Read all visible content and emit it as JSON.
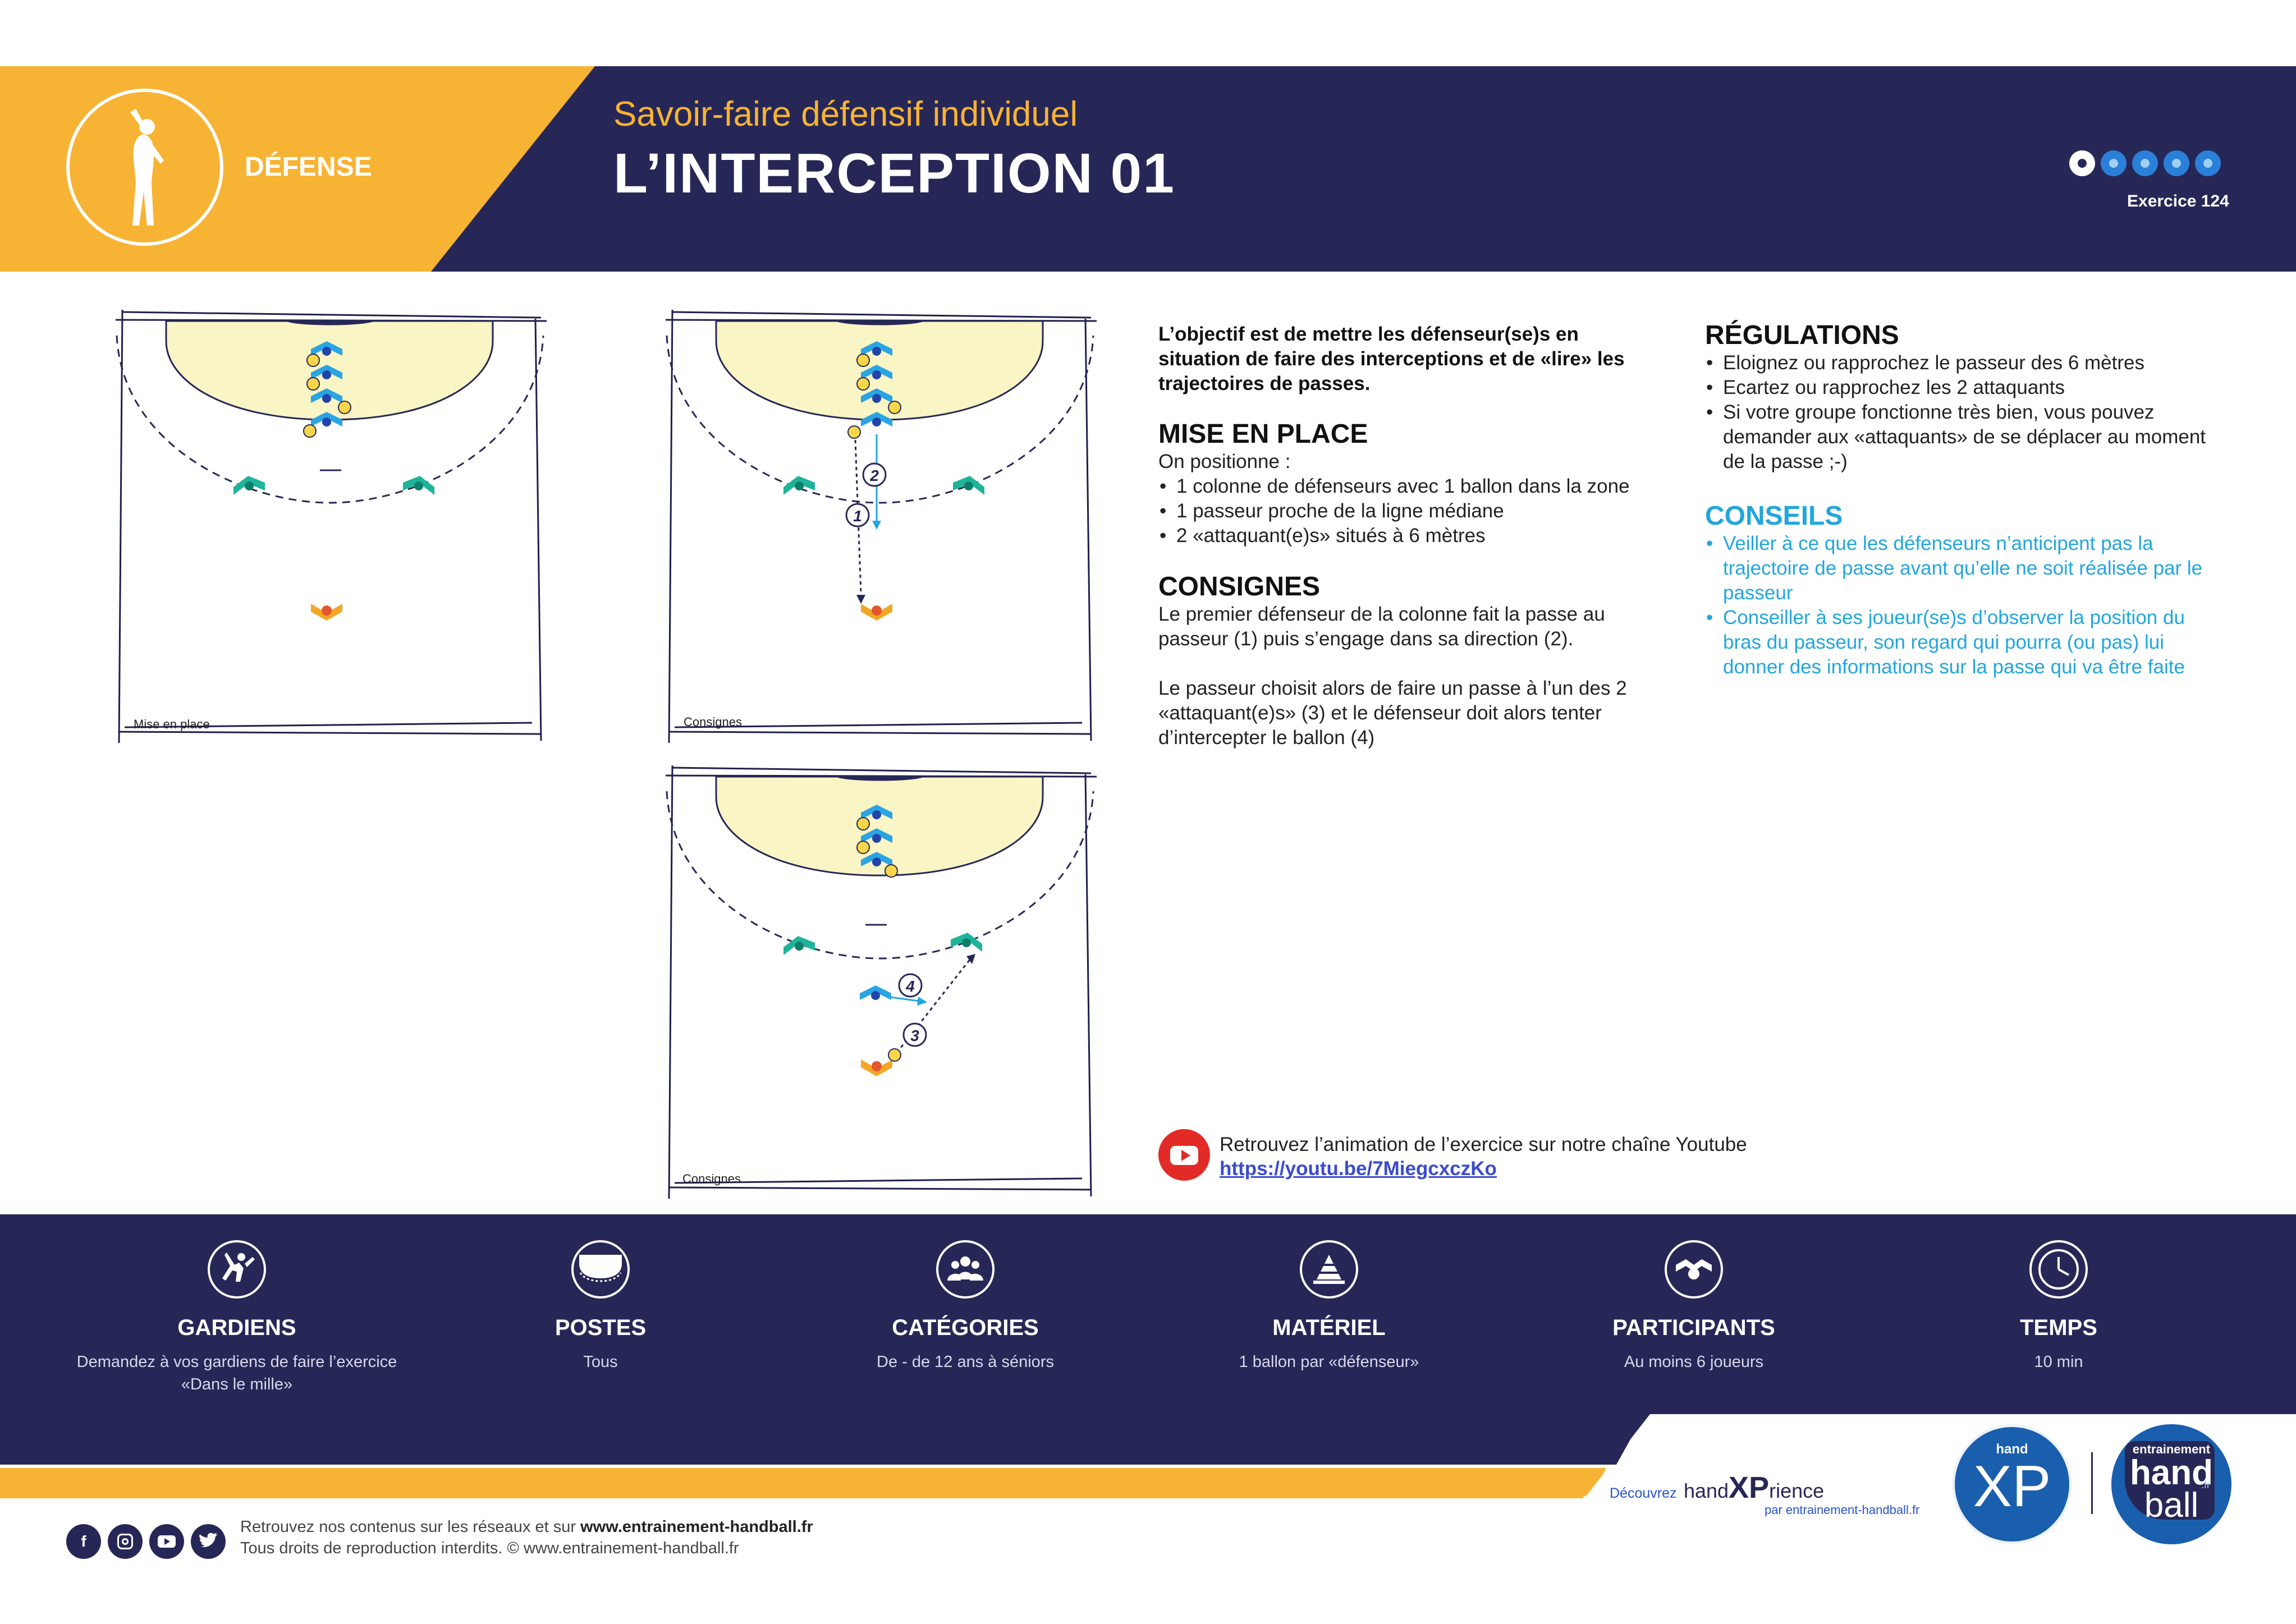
{
  "header": {
    "category": "DÉFENSE",
    "subtitle": "Savoir-faire défensif individuel",
    "title": "L’INTERCEPTION 01",
    "exercise_label": "Exercice  124",
    "difficulty": {
      "level": 1,
      "max": 5
    }
  },
  "courts": {
    "court1_label": "Mise en place",
    "court2_label": "Consignes",
    "court3_label": "Consignes",
    "court2_num1": "1",
    "court2_num2": "2",
    "court3_num3": "3",
    "court3_num4": "4"
  },
  "objective": "L’objectif est de mettre les défenseur(se)s en situation de faire des interceptions et de «lire» les trajectoires de passes.",
  "mise_en_place": {
    "title": "MISE EN PLACE",
    "intro": "On positionne :",
    "items": [
      "1 colonne de défenseurs avec 1 ballon dans la zone",
      "1 passeur proche de la ligne médiane",
      "2 «attaquant(e)s» situés à 6 mètres"
    ]
  },
  "consignes": {
    "title": "CONSIGNES",
    "p1": "Le premier défenseur de la colonne fait la passe au passeur (1) puis s’engage dans sa direction (2).",
    "p2": "Le passeur choisit alors de faire un passe à l’un des 2 «attaquant(e)s» (3) et le défenseur doit alors tenter d’intercepter le ballon (4)"
  },
  "regulations": {
    "title": "RÉGULATIONS",
    "items": [
      "Eloignez ou rapprochez le passeur des 6 mètres",
      "Ecartez ou rapprochez les 2 attaquants",
      "Si votre groupe fonctionne très bien, vous pouvez demander aux «attaquants» de se déplacer au moment de la passe ;-)"
    ]
  },
  "conseils": {
    "title": "CONSEILS",
    "items": [
      "Veiller à ce que les défenseurs n’anticipent pas la trajectoire de passe avant qu’elle ne soit réalisée par le passeur",
      "Conseiller à ses joueur(se)s d’observer la position du bras du passeur, son regard qui pourra (ou pas) lui donner des informations sur la passe qui va être faite"
    ]
  },
  "youtube": {
    "text": "Retrouvez l’animation de l’exercice sur notre chaîne Youtube",
    "link": "https://youtu.be/7MiegcxczKo"
  },
  "info": [
    {
      "icon": "goalkeeper-icon",
      "title": "GARDIENS",
      "value": "Demandez à vos gardiens de faire l’exercice «Dans le mille»"
    },
    {
      "icon": "court-positions-icon",
      "title": "POSTES",
      "value": "Tous"
    },
    {
      "icon": "group-icon",
      "title": "CATÉGORIES",
      "value": "De - de 12 ans à séniors"
    },
    {
      "icon": "cone-icon",
      "title": "MATÉRIEL",
      "value": "1 ballon par «défenseur»"
    },
    {
      "icon": "players-icon",
      "title": "PARTICIPANTS",
      "value": "Au moins 6 joueurs"
    },
    {
      "icon": "clock-icon",
      "title": "TEMPS",
      "value": "10 min"
    }
  ],
  "footer": {
    "line1_prefix": "Retrouvez nos contenus sur les réseaux et sur ",
    "line1_site": "www.entrainement-handball.fr",
    "line2": "Tous droits de reproduction interdits. © www.entrainement-handball.fr",
    "discover": "Découvrez",
    "brand_hand": "hand",
    "brand_xp": "XP",
    "brand_rience": "rience",
    "brand_par": "par entrainement-handball.fr",
    "logo_xp_small": "hand",
    "logo_xp_big": "XP",
    "logo_eh_small": "entrainement",
    "logo_eh_hand": "hand",
    "logo_eh_ball": "ball",
    "logo_eh_fr": ".fr"
  },
  "colors": {
    "navy": "#272757",
    "yellow": "#f7b334",
    "blue_accent": "#22a6de",
    "zone_fill": "#f9f5c5",
    "teal_attacker": "#1fb49a",
    "defender_blue": "#2aa4e3",
    "passer_orange": "#f4a626"
  }
}
